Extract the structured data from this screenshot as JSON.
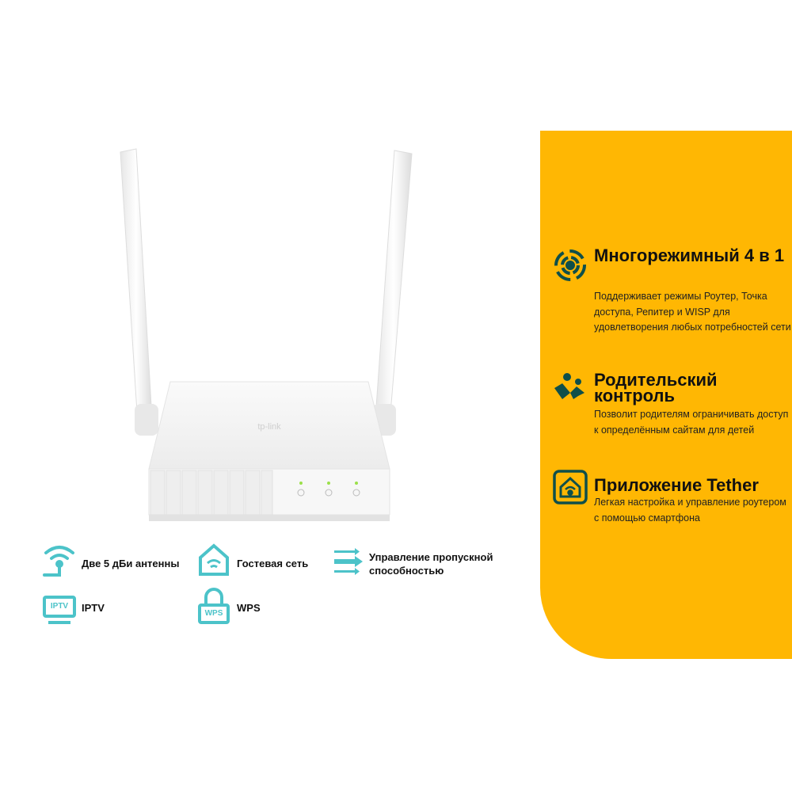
{
  "product": {
    "brand_logo": "tp-link"
  },
  "features": [
    {
      "icon": "multimode-icon",
      "title": "Многорежимный 4 в 1",
      "description": "Поддерживает режимы Роутер, Точка доступа, Репитер и WISP для удовлетворения любых потребностей сети"
    },
    {
      "icon": "parental-control-icon",
      "title": "Родительский контроль",
      "description": "Позволит родителям ограничивать доступ к определённым сайтам для детей"
    },
    {
      "icon": "tether-app-icon",
      "title": "Приложение Tether",
      "description": "Легкая настройка и управление роутером с помощью смартфона"
    }
  ],
  "badges": [
    {
      "icon": "antenna-icon",
      "label": "Две 5 дБи антенны"
    },
    {
      "icon": "guest-network-icon",
      "label": "Гостевая сеть"
    },
    {
      "icon": "bandwidth-icon",
      "label": "Управление пропускной способностью"
    },
    {
      "icon": "iptv-icon",
      "label": "IPTV",
      "icon_text": "IPTV"
    },
    {
      "icon": "wps-icon",
      "label": "WPS",
      "icon_text": "WPS"
    }
  ],
  "colors": {
    "panel": "#FFB703",
    "feature_icon": "#0F4F4A",
    "badge_icon": "#4CC3C9"
  }
}
